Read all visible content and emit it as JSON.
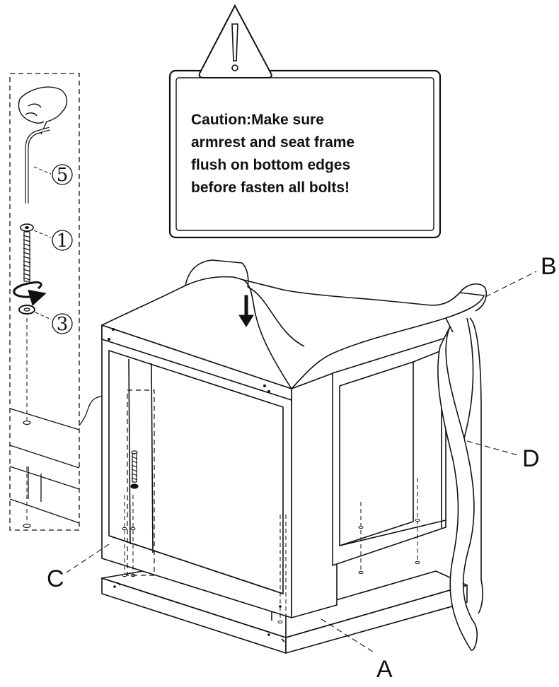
{
  "caution": {
    "lines": [
      "Caution:Make sure",
      "armrest and seat frame",
      "flush on bottom edges",
      "before fasten all bolts!"
    ]
  },
  "callouts": {
    "A": "A",
    "B": "B",
    "C": "C",
    "D": "D"
  },
  "parts": {
    "allen_key": "5",
    "bolt": "1",
    "washer": "3"
  },
  "colors": {
    "line": "#111111",
    "background": "#ffffff"
  }
}
